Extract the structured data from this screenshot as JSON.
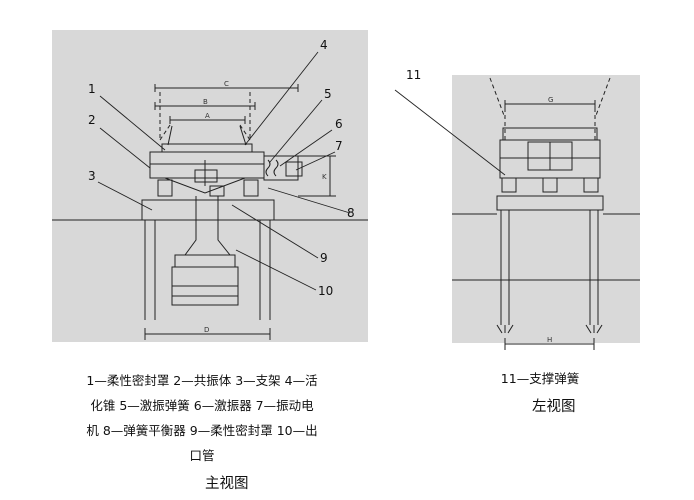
{
  "main_view": {
    "callouts": [
      "1",
      "2",
      "3",
      "4",
      "5",
      "6",
      "7",
      "8",
      "9",
      "10"
    ],
    "dims": {
      "A": "A",
      "B": "B",
      "C": "C",
      "D": "D",
      "K": "K"
    },
    "legend_lines": [
      "1—柔性密封罩  2—共振体  3—支架  4—活",
      "化锥  5—激振弹簧  6—激振器  7—振动电",
      "机  8—弹簧平衡器  9—柔性密封罩  10—出",
      "口管"
    ],
    "caption": "主视图"
  },
  "left_view": {
    "callouts": [
      "11"
    ],
    "dims": {
      "G": "G",
      "H": "H"
    },
    "legend_line": "11—支撑弹簧",
    "caption": "左视图"
  }
}
